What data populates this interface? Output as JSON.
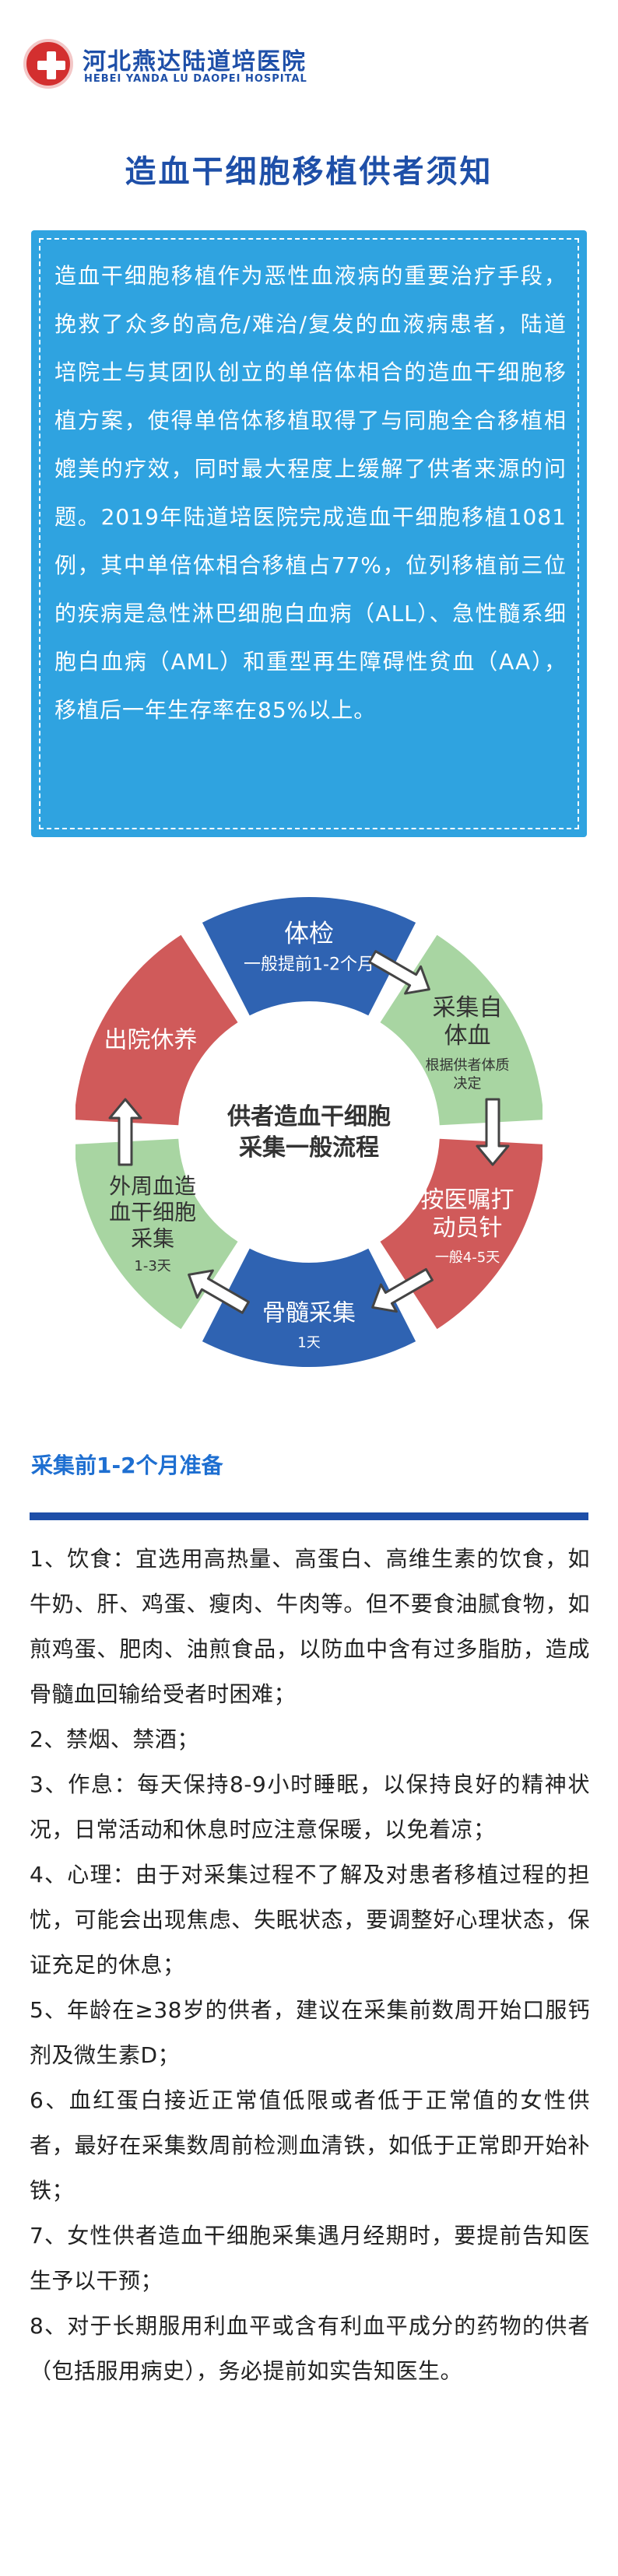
{
  "header": {
    "hospital_name_cn": "河北燕达陆道培医院",
    "hospital_name_en": "HEBEI YANDA LU DAOPEI HOSPITAL"
  },
  "title": "造血干细胞移植供者须知",
  "intro": "造血干细胞移植作为恶性血液病的重要治疗手段，挽救了众多的高危/难治/复发的血液病患者，陆道培院士与其团队创立的单倍体相合的造血干细胞移植方案，使得单倍体移植取得了与同胞全合移植相媲美的疗效，同时最大程度上缓解了供者来源的问题。2019年陆道培医院完成造血干细胞移植1081例，其中单倍体相合移植占77%，位列移植前三位的疾病是急性淋巴细胞白血病（ALL）、急性髓系细胞白血病（AML）和重型再生障碍性贫血（AA），移植后一年生存率在85%以上。",
  "flow": {
    "center_line1": "供者造血干细胞",
    "center_line2": "采集一般流程",
    "colors": {
      "blue": "#2f63b2",
      "green": "#a8d5a2",
      "red": "#d05a5a",
      "center": "#ffffff",
      "text_dark": "#333333",
      "text_light": "#ffffff"
    },
    "steps": [
      {
        "label": "体检",
        "sub": "一般提前1-2个月",
        "color": "blue"
      },
      {
        "label_lines": [
          "采集自",
          "体血"
        ],
        "sub_lines": [
          "根据供者体质",
          "决定"
        ],
        "color": "green"
      },
      {
        "label_lines": [
          "按医嘱打",
          "动员针"
        ],
        "sub": "一般4-5天",
        "color": "red"
      },
      {
        "label": "骨髓采集",
        "sub": "1天",
        "color": "blue"
      },
      {
        "label_lines": [
          "外周血造",
          "血干细胞",
          "采集"
        ],
        "sub": "1-3天",
        "color": "green"
      },
      {
        "label": "出院休养",
        "color": "red"
      }
    ]
  },
  "section_title": "采集前1-2个月准备",
  "items": [
    "1、饮食：宜选用高热量、高蛋白、高维生素的饮食，如牛奶、肝、鸡蛋、瘦肉、牛肉等。但不要食油腻食物，如煎鸡蛋、肥肉、油煎食品，以防血中含有过多脂肪，造成骨髓血回输给受者时困难；",
    "2、禁烟、禁酒；",
    "3、作息：每天保持8-9小时睡眠，以保持良好的精神状况，日常活动和休息时应注意保暖，以免着凉；",
    "4、心理：由于对采集过程不了解及对患者移植过程的担忧，可能会出现焦虑、失眠状态，要调整好心理状态，保证充足的休息；",
    "5、年龄在≥38岁的供者，建议在采集前数周开始口服钙剂及微生素D；",
    "6、血红蛋白接近正常值低限或者低于正常值的女性供者，最好在采集数周前检测血清铁，如低于正常即开始补铁；",
    "7、女性供者造血干细胞采集遇月经期时，要提前告知医生予以干预；",
    "8、对于长期服用利血平或含有利血平成分的药物的供者（包括服用病史），务必提前如实告知医生。"
  ]
}
